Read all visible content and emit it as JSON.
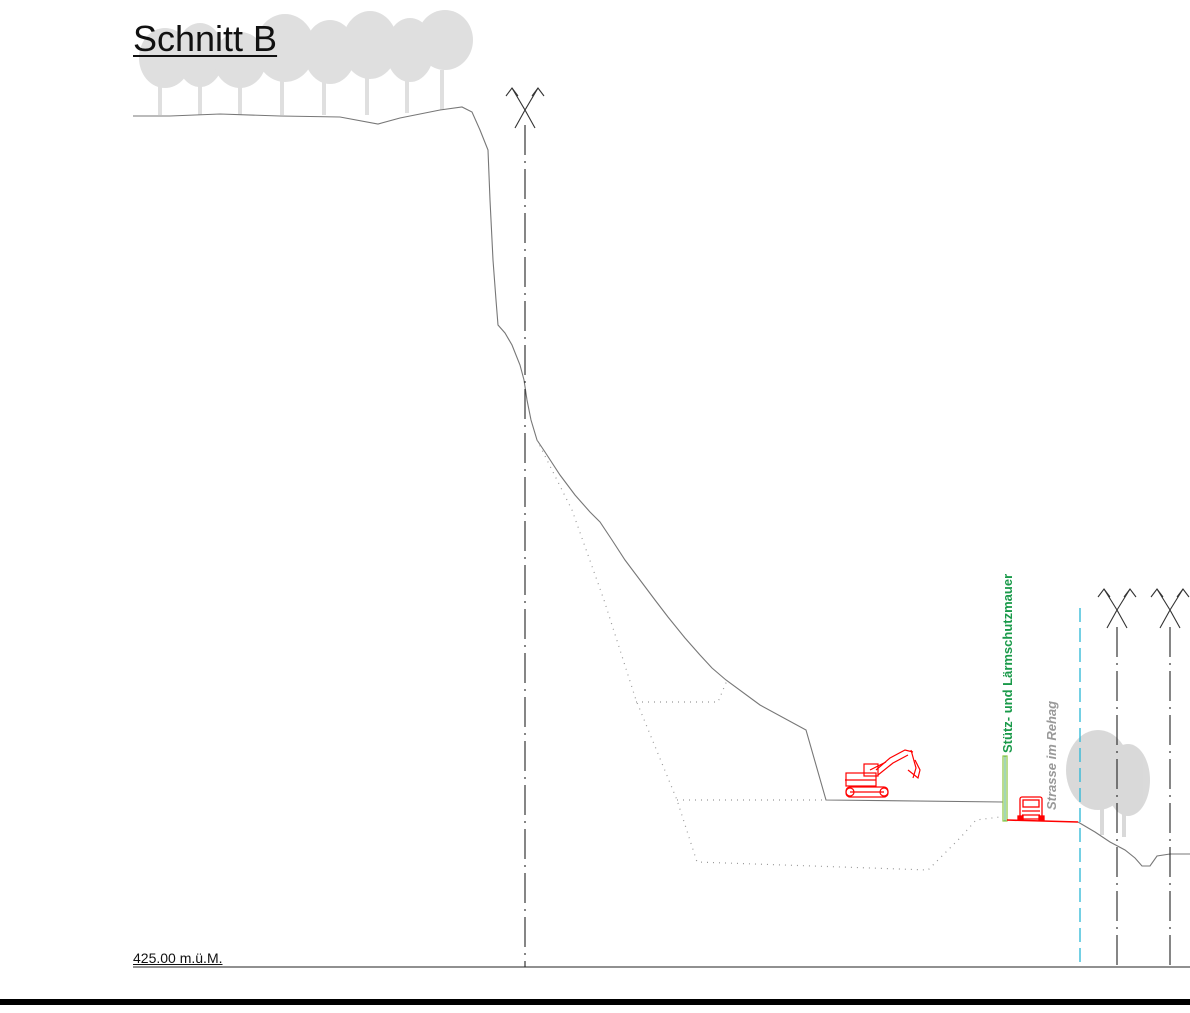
{
  "title": "Schnitt B",
  "reference_level": "425.00 m.ü.M.",
  "labels": {
    "wall": "Stütz- und Lärmschutzmauer",
    "road": "Strasse im Rehag"
  },
  "colors": {
    "terrain": "#777777",
    "axis": "#222222",
    "excavation": "#999999",
    "wall": "#1a9a4a",
    "wall_outline": "#8cc63f",
    "machinery": "#ff0000",
    "road": "#ff0000",
    "boundary": "#29b6d6",
    "trees": "#d8d8d8",
    "road_label": "#999999",
    "frame": "#000000"
  },
  "icons": {
    "axis_marker": "double-chevron-axis-icon",
    "excavator": "excavator-icon",
    "truck": "truck-icon",
    "trees": "tree-icon"
  }
}
